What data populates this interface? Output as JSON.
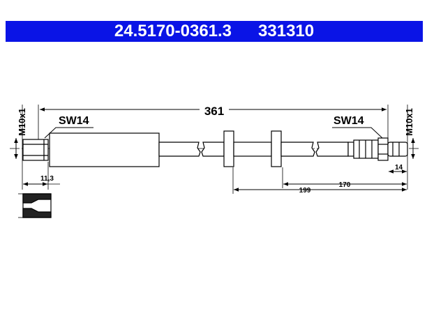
{
  "header": {
    "part_number": "24.5170-0361.3",
    "ref_number": "331310",
    "background": "#0a14e6",
    "text_color": "#ffffff"
  },
  "drawing": {
    "line_color": "#000000",
    "fitting_fill": "#ffffff",
    "dimensions": {
      "overall_length": "361",
      "thread_left": "M10x1",
      "thread_right": "M10x1",
      "wrench_left": "SW14",
      "wrench_right": "SW14",
      "fitting_length": "11,3",
      "tube_end_length": "14",
      "dist_170": "170",
      "dist_199": "199"
    }
  }
}
